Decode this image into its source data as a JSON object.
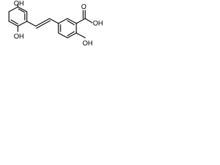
{
  "molecule": {
    "labels": {
      "oh_top_left": "OH",
      "oh_mid_left": "OH",
      "cooh": "OH",
      "carbonyl_o": "O",
      "oh_right": "OH"
    }
  },
  "colors": {
    "line": "#000000",
    "background": "#ffffff"
  }
}
